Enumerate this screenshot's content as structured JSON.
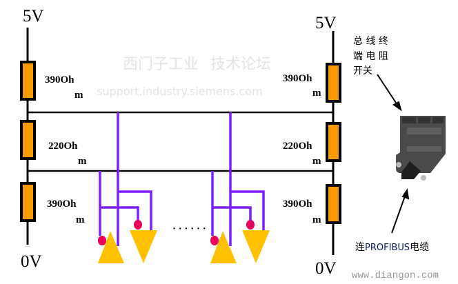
{
  "labels": {
    "v_top_left": "5V",
    "v_bottom_left": "0V",
    "v_top_right": "5V",
    "v_bottom_right": "0V",
    "r_top": [
      "390Oh",
      "m"
    ],
    "r_mid": [
      "220Oh",
      "m"
    ],
    "r_bot": [
      "390Oh",
      "m"
    ],
    "ellipsis": "· · ·   · · ·",
    "terminator_switch": [
      "总 线 终",
      "端 电 阻",
      "开关"
    ],
    "cable_prefix": "连",
    "cable_mid": "PROFIBUS",
    "cable_suffix": "电缆",
    "watermark_site": "www.diangon.com",
    "watermark_cn": "西门子工业",
    "watermark_en": "support.industry.siemens.com",
    "watermark_cn2": "技术论坛"
  },
  "colors": {
    "resistor": "#F99B00",
    "bus_wire": "#7A1FFF",
    "node": "#FFC000",
    "node_dot": "#E8005A"
  }
}
